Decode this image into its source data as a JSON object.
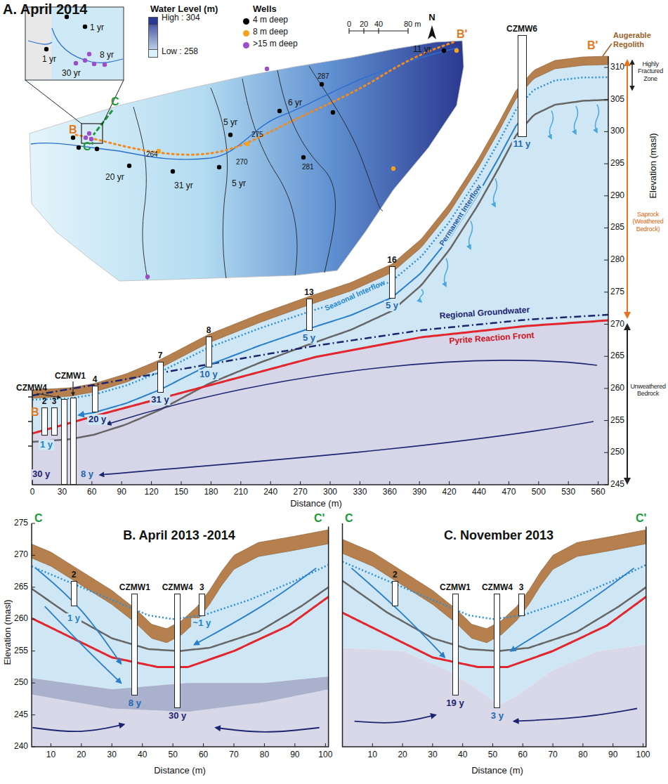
{
  "diagram": {
    "nodes": [
      {
        "text": [
          "2"
        ]
      },
      {
        "text": [
          "3"
        ]
      },
      {
        "text": [
          "CZMW4"
        ]
      },
      {
        "text": [
          "CZMW1"
        ]
      },
      {
        "text": [
          "4"
        ]
      },
      {
        "text": [
          "7"
        ]
      },
      {
        "text": [
          "8"
        ]
      },
      {
        "text": [
          "13"
        ]
      },
      {
        "text": [
          "16"
        ]
      },
      {
        "text": [
          "CZMW6"
        ]
      },
      {
        "text": [
          "2"
        ]
      },
      {
        "text": [
          "CZMW1"
        ]
      },
      {
        "text": [
          "CZMW4"
        ]
      },
      {
        "text": [
          "3"
        ]
      },
      {
        "text": [
          "2"
        ]
      },
      {
        "text": [
          "CZMW1"
        ]
      },
      {
        "text": [
          "CZMW4"
        ]
      },
      {
        "text": [
          "3"
        ]
      }
    ],
    "labels": [
      "A. April 2014",
      "1 yr",
      "1 yr",
      "30 yr",
      "8 yr",
      "Water Level (m)",
      "Wells",
      "0",
      "20",
      "40",
      "80 m",
      "N",
      "B",
      "B'",
      "C",
      "C'",
      "20 yr",
      "31 yr",
      "5 yr",
      "5 yr",
      "6 yr",
      "11 yr",
      "264",
      "270",
      "275",
      "281",
      "287",
      "B'",
      "Augerable Regolith",
      "Highly Fractured Zone",
      "Saprock (Weathered Bedrock)",
      "Unweathered Bedrock",
      "Elevation (masl)",
      "Seasonal Interflow",
      "Permanent Interflow",
      "Regional Groundwater",
      "Pyrite Reaction Front",
      "1 y",
      "30 y",
      "8 y",
      "20 y",
      "31 y",
      "10 y",
      "5 y",
      "5 y",
      "11 y",
      "B",
      "310",
      "305",
      "300",
      "295",
      "290",
      "285",
      "280",
      "275",
      "270",
      "265",
      "260",
      "255",
      "250",
      "245",
      "0",
      "30",
      "60",
      "90",
      "120",
      "150",
      "180",
      "210",
      "240",
      "270",
      "300",
      "330",
      "360",
      "390",
      "420",
      "440",
      "470",
      "500",
      "530",
      "560",
      "Distance (m)",
      "C",
      "C'",
      "B. April 2013 -2014",
      "1 y",
      "8 y",
      "30 y",
      "~1 y",
      "Elevation (masl)",
      "275",
      "270",
      "265",
      "260",
      "255",
      "250",
      "245",
      "240",
      "10",
      "20",
      "30",
      "40",
      "50",
      "60",
      "70",
      "80",
      "90",
      "100",
      "Distance (m)",
      "C",
      "C'",
      "C. November 2013",
      "19 y",
      "3 y",
      "10",
      "20",
      "30",
      "40",
      "50",
      "60",
      "70",
      "80",
      "90",
      "100",
      "Distance (m)"
    ],
    "legend": [
      {
        "text": "High : 304",
        "color": "#2b3990"
      },
      {
        "text": "Low : 258",
        "color": "#dcf1fa"
      },
      {
        "text": "4 m deep",
        "color": "#000000"
      },
      {
        "text": "8 m deep",
        "color": "#f7a21b"
      },
      {
        "text": ">15 m deep",
        "color": "#9b4dca"
      }
    ]
  }
}
